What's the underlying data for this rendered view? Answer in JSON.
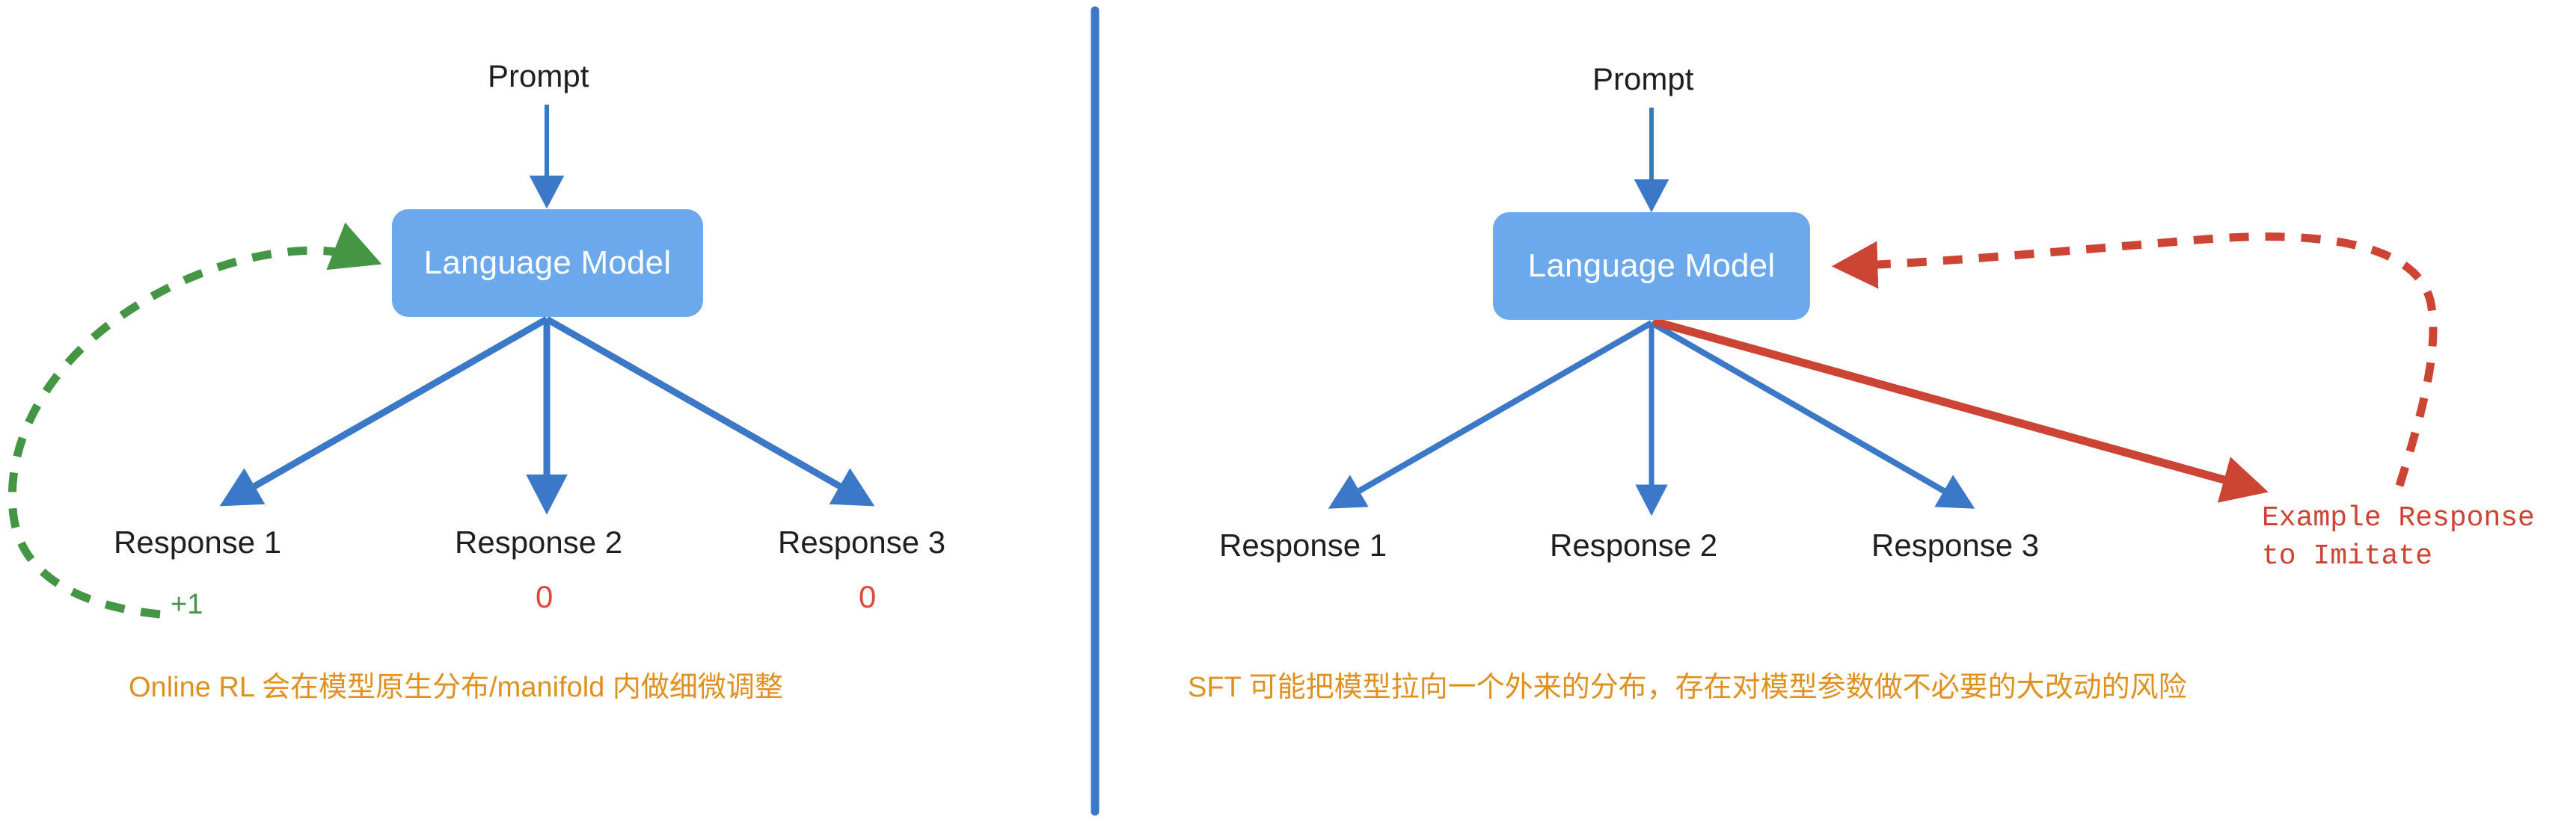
{
  "figure": {
    "title_present": false,
    "background": "#ffffff",
    "divider": {
      "name": "panel-divider",
      "color": "#3b78c8",
      "orientation": "vertical"
    }
  },
  "colors": {
    "node_fill": "#6ba8ec",
    "node_text": "#ffffff",
    "blue_arrow": "#3b78c8",
    "green_arrow": "#449544",
    "red_arrow": "#cc4433",
    "red_text": "#cc4433",
    "zero_red": "#e0493a",
    "caption_orange": "#e0901f",
    "label_black": "#1f1f1f"
  },
  "left_panel": {
    "name": "online-rl-panel",
    "prompt_label": "Prompt",
    "model_label": "Language Model",
    "responses": [
      {
        "label": "Response 1",
        "reward": "+1",
        "reward_color": "green"
      },
      {
        "label": "Response 2",
        "reward": "0",
        "reward_color": "red"
      },
      {
        "label": "Response 3",
        "reward": "0",
        "reward_color": "red"
      }
    ],
    "feedback_arrow": {
      "style": "dashed",
      "color": "green",
      "from": "Response 1 reward",
      "to": "Language Model"
    },
    "caption": "Online RL 会在模型原生分布/manifold 内做细微调整"
  },
  "right_panel": {
    "name": "sft-panel",
    "prompt_label": "Prompt",
    "model_label": "Language Model",
    "responses": [
      {
        "label": "Response 1"
      },
      {
        "label": "Response 2"
      },
      {
        "label": "Response 3"
      }
    ],
    "example_label": "Example Response\nto Imitate",
    "feedback_arrow": {
      "style": "dashed",
      "color": "red",
      "from": "Example Response to Imitate",
      "to": "Language Model"
    },
    "imitation_arrow": {
      "style": "solid",
      "color": "red",
      "from": "Language Model",
      "to": "Example Response to Imitate"
    },
    "caption": "SFT 可能把模型拉向一个外来的分布，存在对模型参数做不必要的大改动的风险"
  }
}
